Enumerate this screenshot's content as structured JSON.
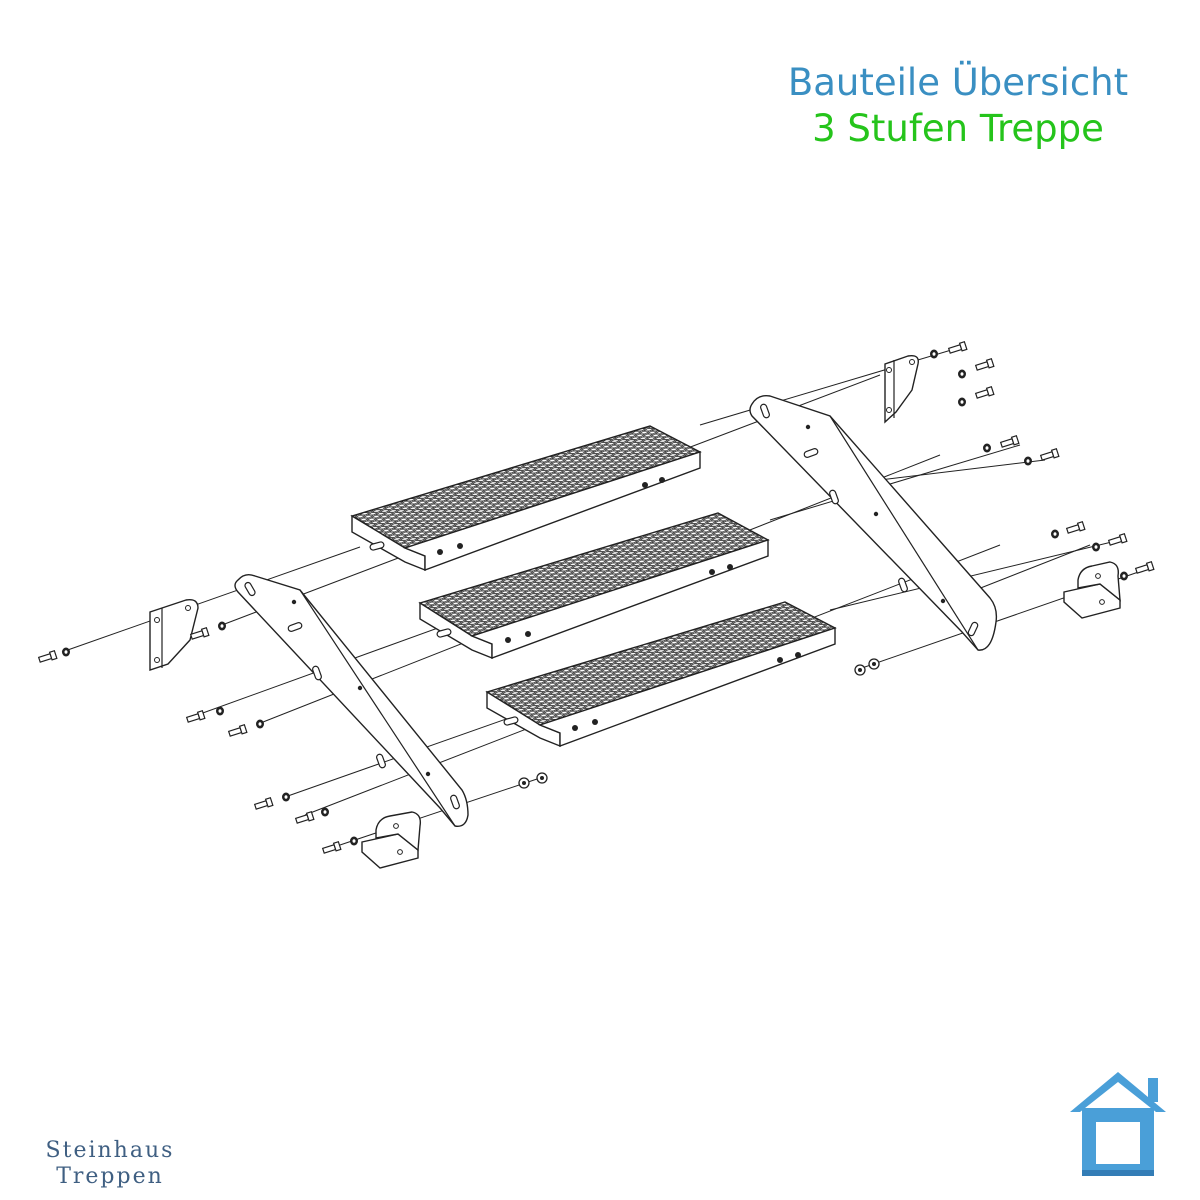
{
  "title": {
    "line1": "Bauteile Übersicht",
    "line2": "3 Stufen Treppe",
    "line1_color": "#3a8fc2",
    "line2_color": "#25c41b"
  },
  "brand": {
    "line1": "Steinhaus",
    "line2": "Treppen",
    "color": "#3f5f82"
  },
  "logo": {
    "icon": "house-icon",
    "color": "#4a9fd8",
    "dark_color": "#2a6fa8"
  },
  "diagram": {
    "line_color": "#222222",
    "parts": [
      "step-tread",
      "step-tread",
      "step-tread",
      "stringer-left",
      "stringer-right",
      "wall-bracket",
      "wall-bracket",
      "floor-bracket",
      "floor-bracket",
      "bolt",
      "washer",
      "nut"
    ]
  }
}
